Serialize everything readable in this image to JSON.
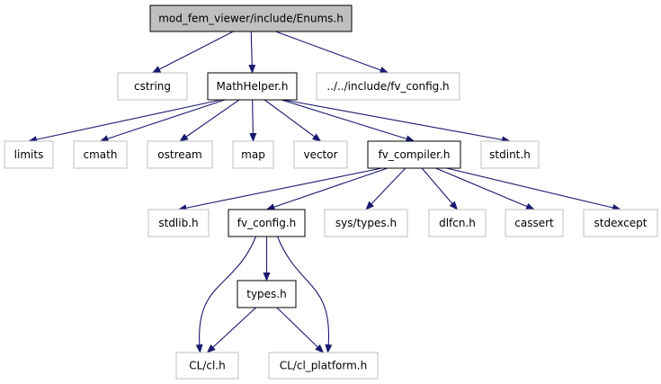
{
  "colors": {
    "edge": "#191970",
    "root_fill": "#bfbfbf",
    "documented_border": "#000000",
    "external_border": "#bfbfbf",
    "background": "#ffffff"
  },
  "nodes": {
    "enums": {
      "label": "mod_fem_viewer/include/Enums.h",
      "kind": "root"
    },
    "cstring": {
      "label": "cstring",
      "kind": "external"
    },
    "mathhelper": {
      "label": "MathHelper.h",
      "kind": "documented"
    },
    "fvconfig_inc": {
      "label": "../../include/fv_config.h",
      "kind": "external"
    },
    "limits": {
      "label": "limits",
      "kind": "external"
    },
    "cmath": {
      "label": "cmath",
      "kind": "external"
    },
    "ostream": {
      "label": "ostream",
      "kind": "external"
    },
    "map": {
      "label": "map",
      "kind": "external"
    },
    "vector": {
      "label": "vector",
      "kind": "external"
    },
    "fvcompiler": {
      "label": "fv_compiler.h",
      "kind": "documented"
    },
    "stdint": {
      "label": "stdint.h",
      "kind": "external"
    },
    "stdlib": {
      "label": "stdlib.h",
      "kind": "external"
    },
    "fvconfig": {
      "label": "fv_config.h",
      "kind": "documented"
    },
    "systypes": {
      "label": "sys/types.h",
      "kind": "external"
    },
    "dlfcn": {
      "label": "dlfcn.h",
      "kind": "external"
    },
    "cassert": {
      "label": "cassert",
      "kind": "external"
    },
    "stdexcept": {
      "label": "stdexcept",
      "kind": "external"
    },
    "types": {
      "label": "types.h",
      "kind": "documented"
    },
    "clcl": {
      "label": "CL/cl.h",
      "kind": "external"
    },
    "clplatform": {
      "label": "CL/cl_platform.h",
      "kind": "external"
    }
  },
  "edges": [
    [
      "enums",
      "cstring"
    ],
    [
      "enums",
      "mathhelper"
    ],
    [
      "enums",
      "fvconfig_inc"
    ],
    [
      "mathhelper",
      "limits"
    ],
    [
      "mathhelper",
      "cmath"
    ],
    [
      "mathhelper",
      "ostream"
    ],
    [
      "mathhelper",
      "map"
    ],
    [
      "mathhelper",
      "vector"
    ],
    [
      "mathhelper",
      "fvcompiler"
    ],
    [
      "mathhelper",
      "stdint"
    ],
    [
      "fvcompiler",
      "stdlib"
    ],
    [
      "fvcompiler",
      "fvconfig"
    ],
    [
      "fvcompiler",
      "systypes"
    ],
    [
      "fvcompiler",
      "dlfcn"
    ],
    [
      "fvcompiler",
      "cassert"
    ],
    [
      "fvcompiler",
      "stdexcept"
    ],
    [
      "fvconfig",
      "types"
    ],
    [
      "fvconfig",
      "clcl"
    ],
    [
      "fvconfig",
      "clplatform"
    ],
    [
      "types",
      "clcl"
    ],
    [
      "types",
      "clplatform"
    ]
  ]
}
